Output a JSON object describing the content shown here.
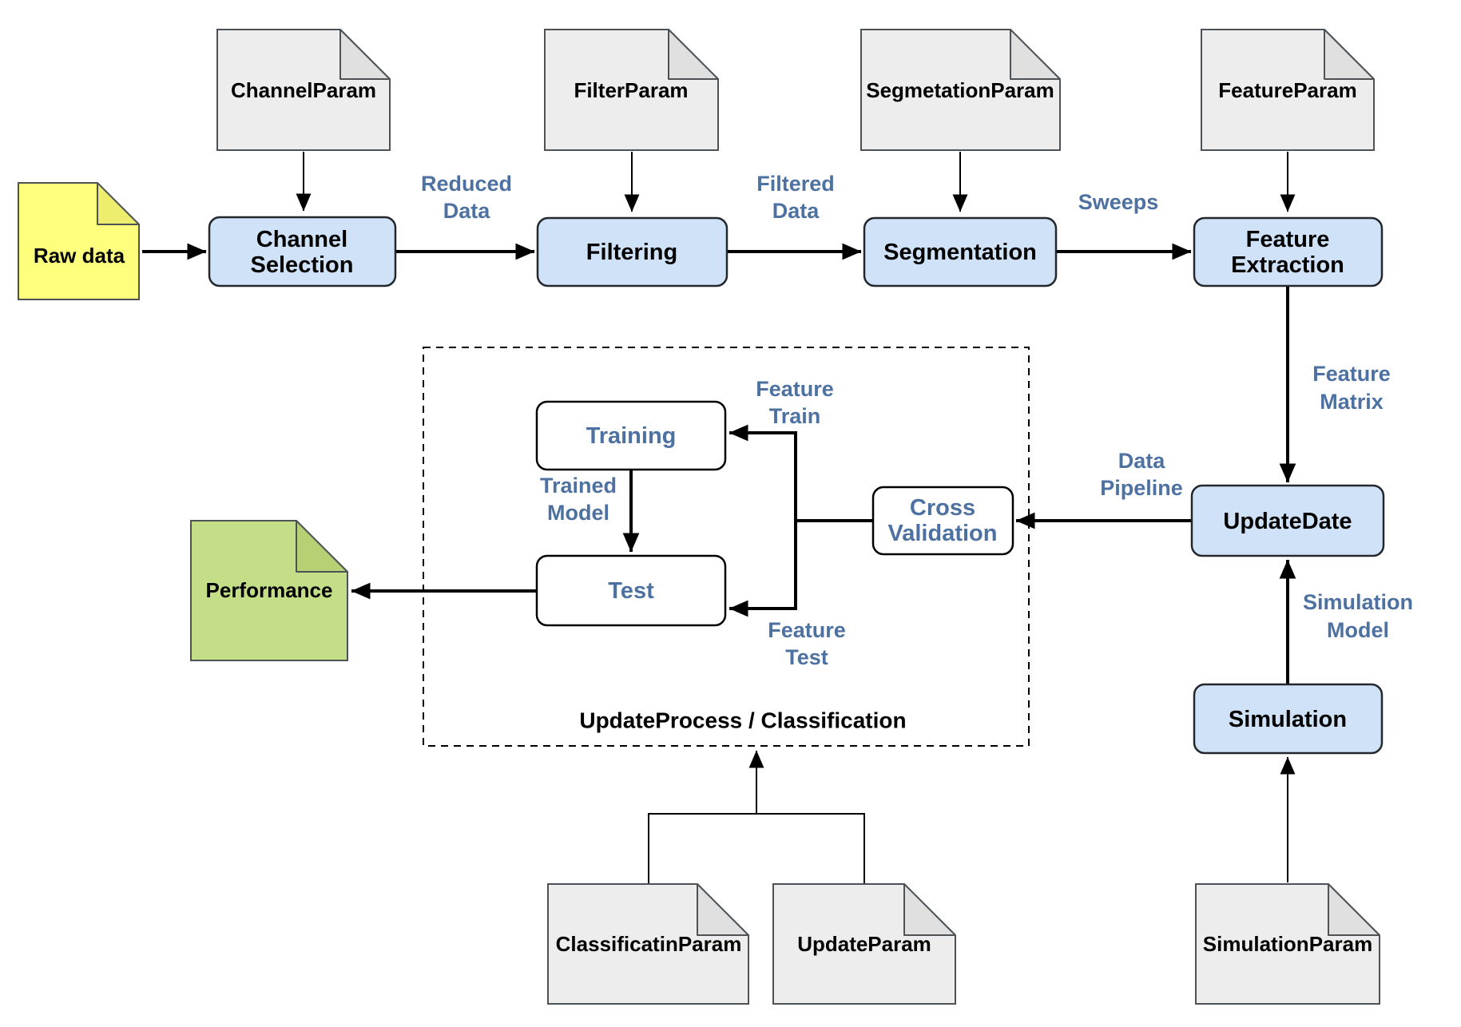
{
  "colors": {
    "process_fill": "#cfe2f8",
    "process_stroke": "#24282c",
    "inner_stroke": "#000000",
    "doc_fill": "#ededed",
    "doc_fold": "#e0e0e0",
    "doc_stroke": "#4d5257",
    "raw_fill": "#feff7d",
    "raw_fold": "#eeee6e",
    "perf_fill": "#c4de87",
    "perf_fold": "#b6d173",
    "label_blue": "#4d71a0",
    "line": "#000000"
  },
  "documents": {
    "raw_data": "Raw data",
    "channel_param": "ChannelParam",
    "filter_param": "FilterParam",
    "segmentation_param": "SegmetationParam",
    "feature_param": "FeatureParam",
    "performance": "Performance",
    "classification_param": "ClassificatinParam",
    "update_param": "UpdateParam",
    "simulation_param": "SimulationParam"
  },
  "nodes": {
    "channel_selection": {
      "lines": [
        "Channel",
        "Selection"
      ]
    },
    "filtering": {
      "lines": [
        "Filtering"
      ]
    },
    "segmentation": {
      "lines": [
        "Segmentation"
      ]
    },
    "feature_extraction": {
      "lines": [
        "Feature",
        "Extraction"
      ]
    },
    "update_date": {
      "lines": [
        "UpdateDate"
      ]
    },
    "simulation": {
      "lines": [
        "Simulation"
      ]
    },
    "training": {
      "lines": [
        "Training"
      ]
    },
    "test": {
      "lines": [
        "Test"
      ]
    },
    "cross_validation": {
      "lines": [
        "Cross",
        "Validation"
      ]
    }
  },
  "edge_labels": {
    "reduced_data": [
      "Reduced",
      "Data"
    ],
    "filtered_data": [
      "Filtered",
      "Data"
    ],
    "sweeps": [
      "Sweeps"
    ],
    "feature_matrix": [
      "Feature",
      "Matrix"
    ],
    "data_pipeline": [
      "Data",
      "Pipeline"
    ],
    "simulation_model": [
      "Simulation",
      "Model"
    ],
    "feature_train": [
      "Feature",
      "Train"
    ],
    "trained_model": [
      "Trained",
      "Model"
    ],
    "feature_test": [
      "Feature",
      "Test"
    ]
  },
  "group": {
    "label": "UpdateProcess / Classification"
  }
}
